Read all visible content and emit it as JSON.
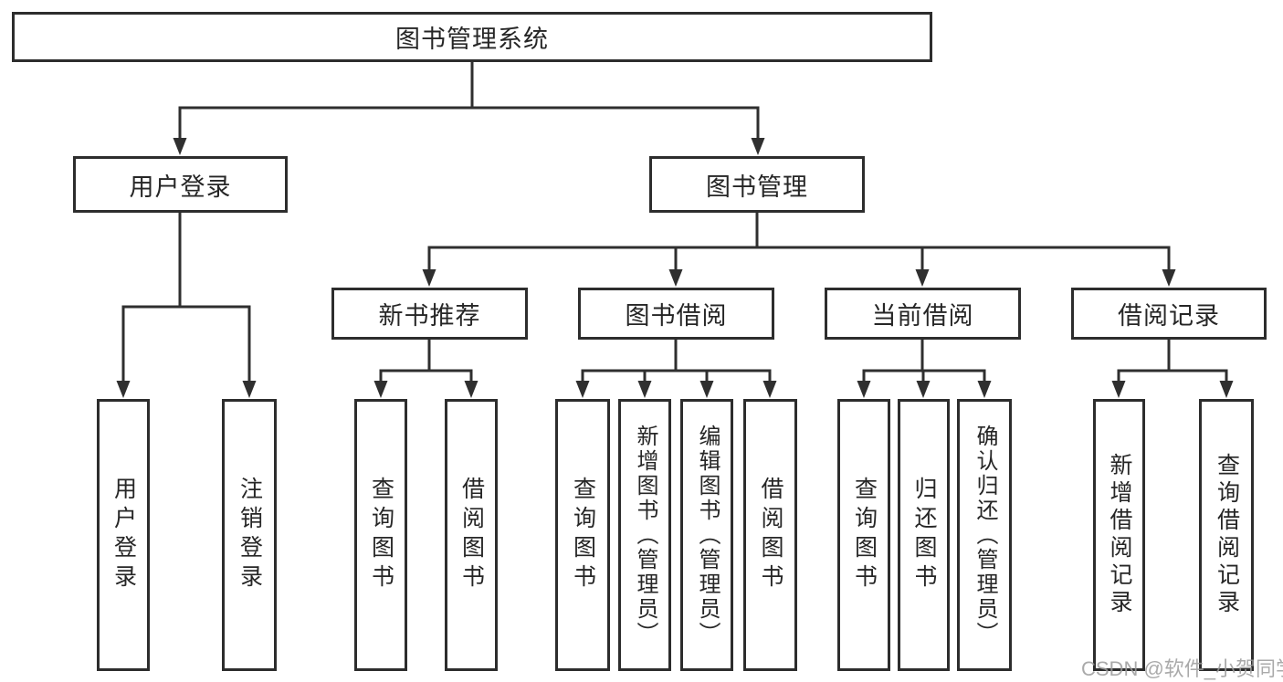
{
  "diagram": {
    "root": {
      "label": "图书管理系统"
    },
    "branches": [
      {
        "label": "用户登录",
        "children": [
          {
            "label": "用户登录"
          },
          {
            "label": "注销登录"
          }
        ]
      },
      {
        "label": "图书管理",
        "sections": [
          {
            "label": "新书推荐",
            "children": [
              {
                "label": "查询图书"
              },
              {
                "label": "借阅图书"
              }
            ]
          },
          {
            "label": "图书借阅",
            "children": [
              {
                "label": "查询图书"
              },
              {
                "label": "新增图书（管理员）"
              },
              {
                "label": "编辑图书（管理员）"
              },
              {
                "label": "借阅图书"
              }
            ]
          },
          {
            "label": "当前借阅",
            "children": [
              {
                "label": "查询图书"
              },
              {
                "label": "归还图书"
              },
              {
                "label": "确认归还（管理员）"
              }
            ]
          },
          {
            "label": "借阅记录",
            "children": [
              {
                "label": "新增借阅记录"
              },
              {
                "label": "查询借阅记录"
              }
            ]
          }
        ]
      }
    ],
    "watermark": "CSDN @软件_小贺同学",
    "colors": {
      "line": "#2f2f2f",
      "border": "#2d2d2d",
      "text": "#262626",
      "background": "#ffffff",
      "watermark": "#9b9b9b"
    }
  }
}
